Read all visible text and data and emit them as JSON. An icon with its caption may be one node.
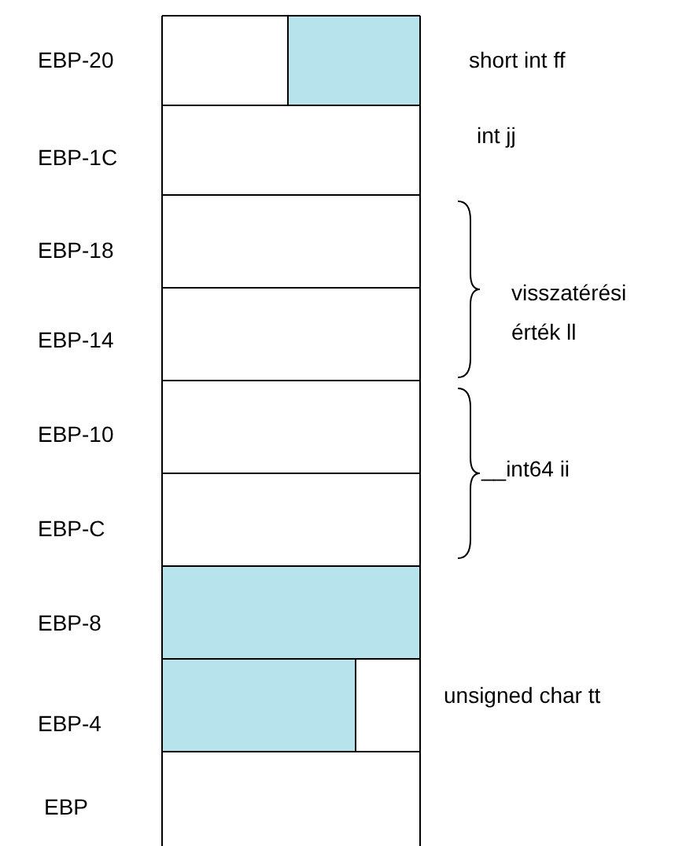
{
  "diagram": {
    "labels": [
      "EBP-20",
      "short int ff",
      "int jj",
      "EBP-1C",
      "EBP-18",
      "visszatérési érték ll",
      "EBP-14",
      "EBP-10",
      "__int64 ii",
      "EBP-C",
      "EBP-8",
      "unsigned char tt",
      "EBP-4",
      "EBP"
    ]
  }
}
